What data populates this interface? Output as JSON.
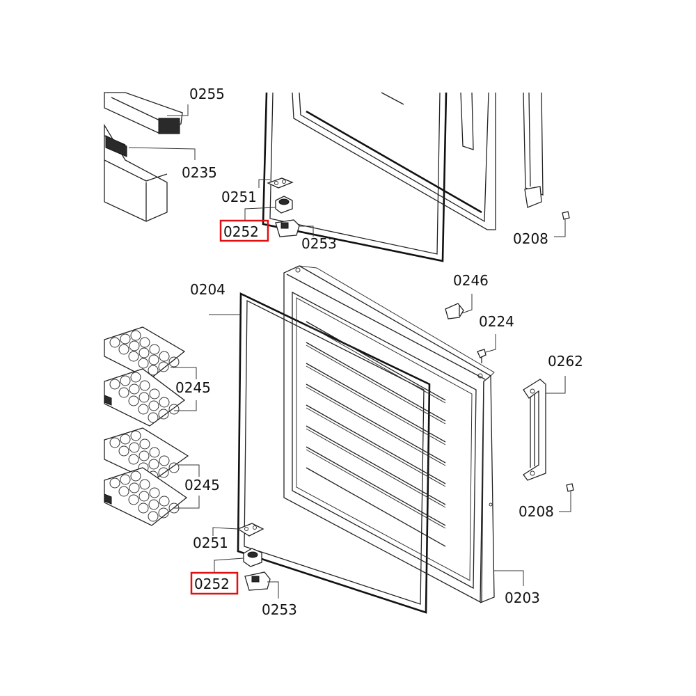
{
  "labels": {
    "p0255": "0255",
    "p0235": "0235",
    "p0251_top": "0251",
    "p0252_top": "0252",
    "p0253_top": "0253",
    "p0208_top": "0208",
    "p0246": "0246",
    "p0204": "0204",
    "p0224": "0224",
    "p0262": "0262",
    "p0245_a": "0245",
    "p0245_b": "0245",
    "p0208_bottom": "0208",
    "p0251_bottom": "0251",
    "p0252_bottom": "0252",
    "p0253_bottom": "0253",
    "p0203": "0203"
  },
  "highlight_color": "#e01010"
}
